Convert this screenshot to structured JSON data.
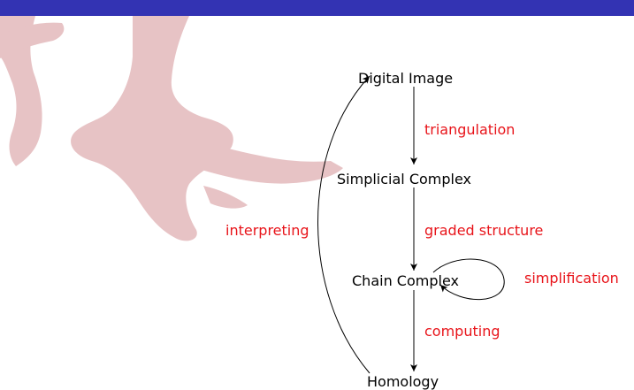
{
  "slide": {
    "header_color": "#3333b3",
    "watermark_color": "#e7c3c5",
    "label_color": "#e8141a"
  },
  "diagram": {
    "nodes": {
      "digital_image": "Digital Image",
      "simplicial_complex": "Simplicial Complex",
      "chain_complex": "Chain Complex",
      "homology": "Homology"
    },
    "edges": {
      "triangulation": "triangulation",
      "graded_structure": "graded structure",
      "computing": "computing",
      "interpreting": "interpreting",
      "simplification": "simplification"
    }
  }
}
